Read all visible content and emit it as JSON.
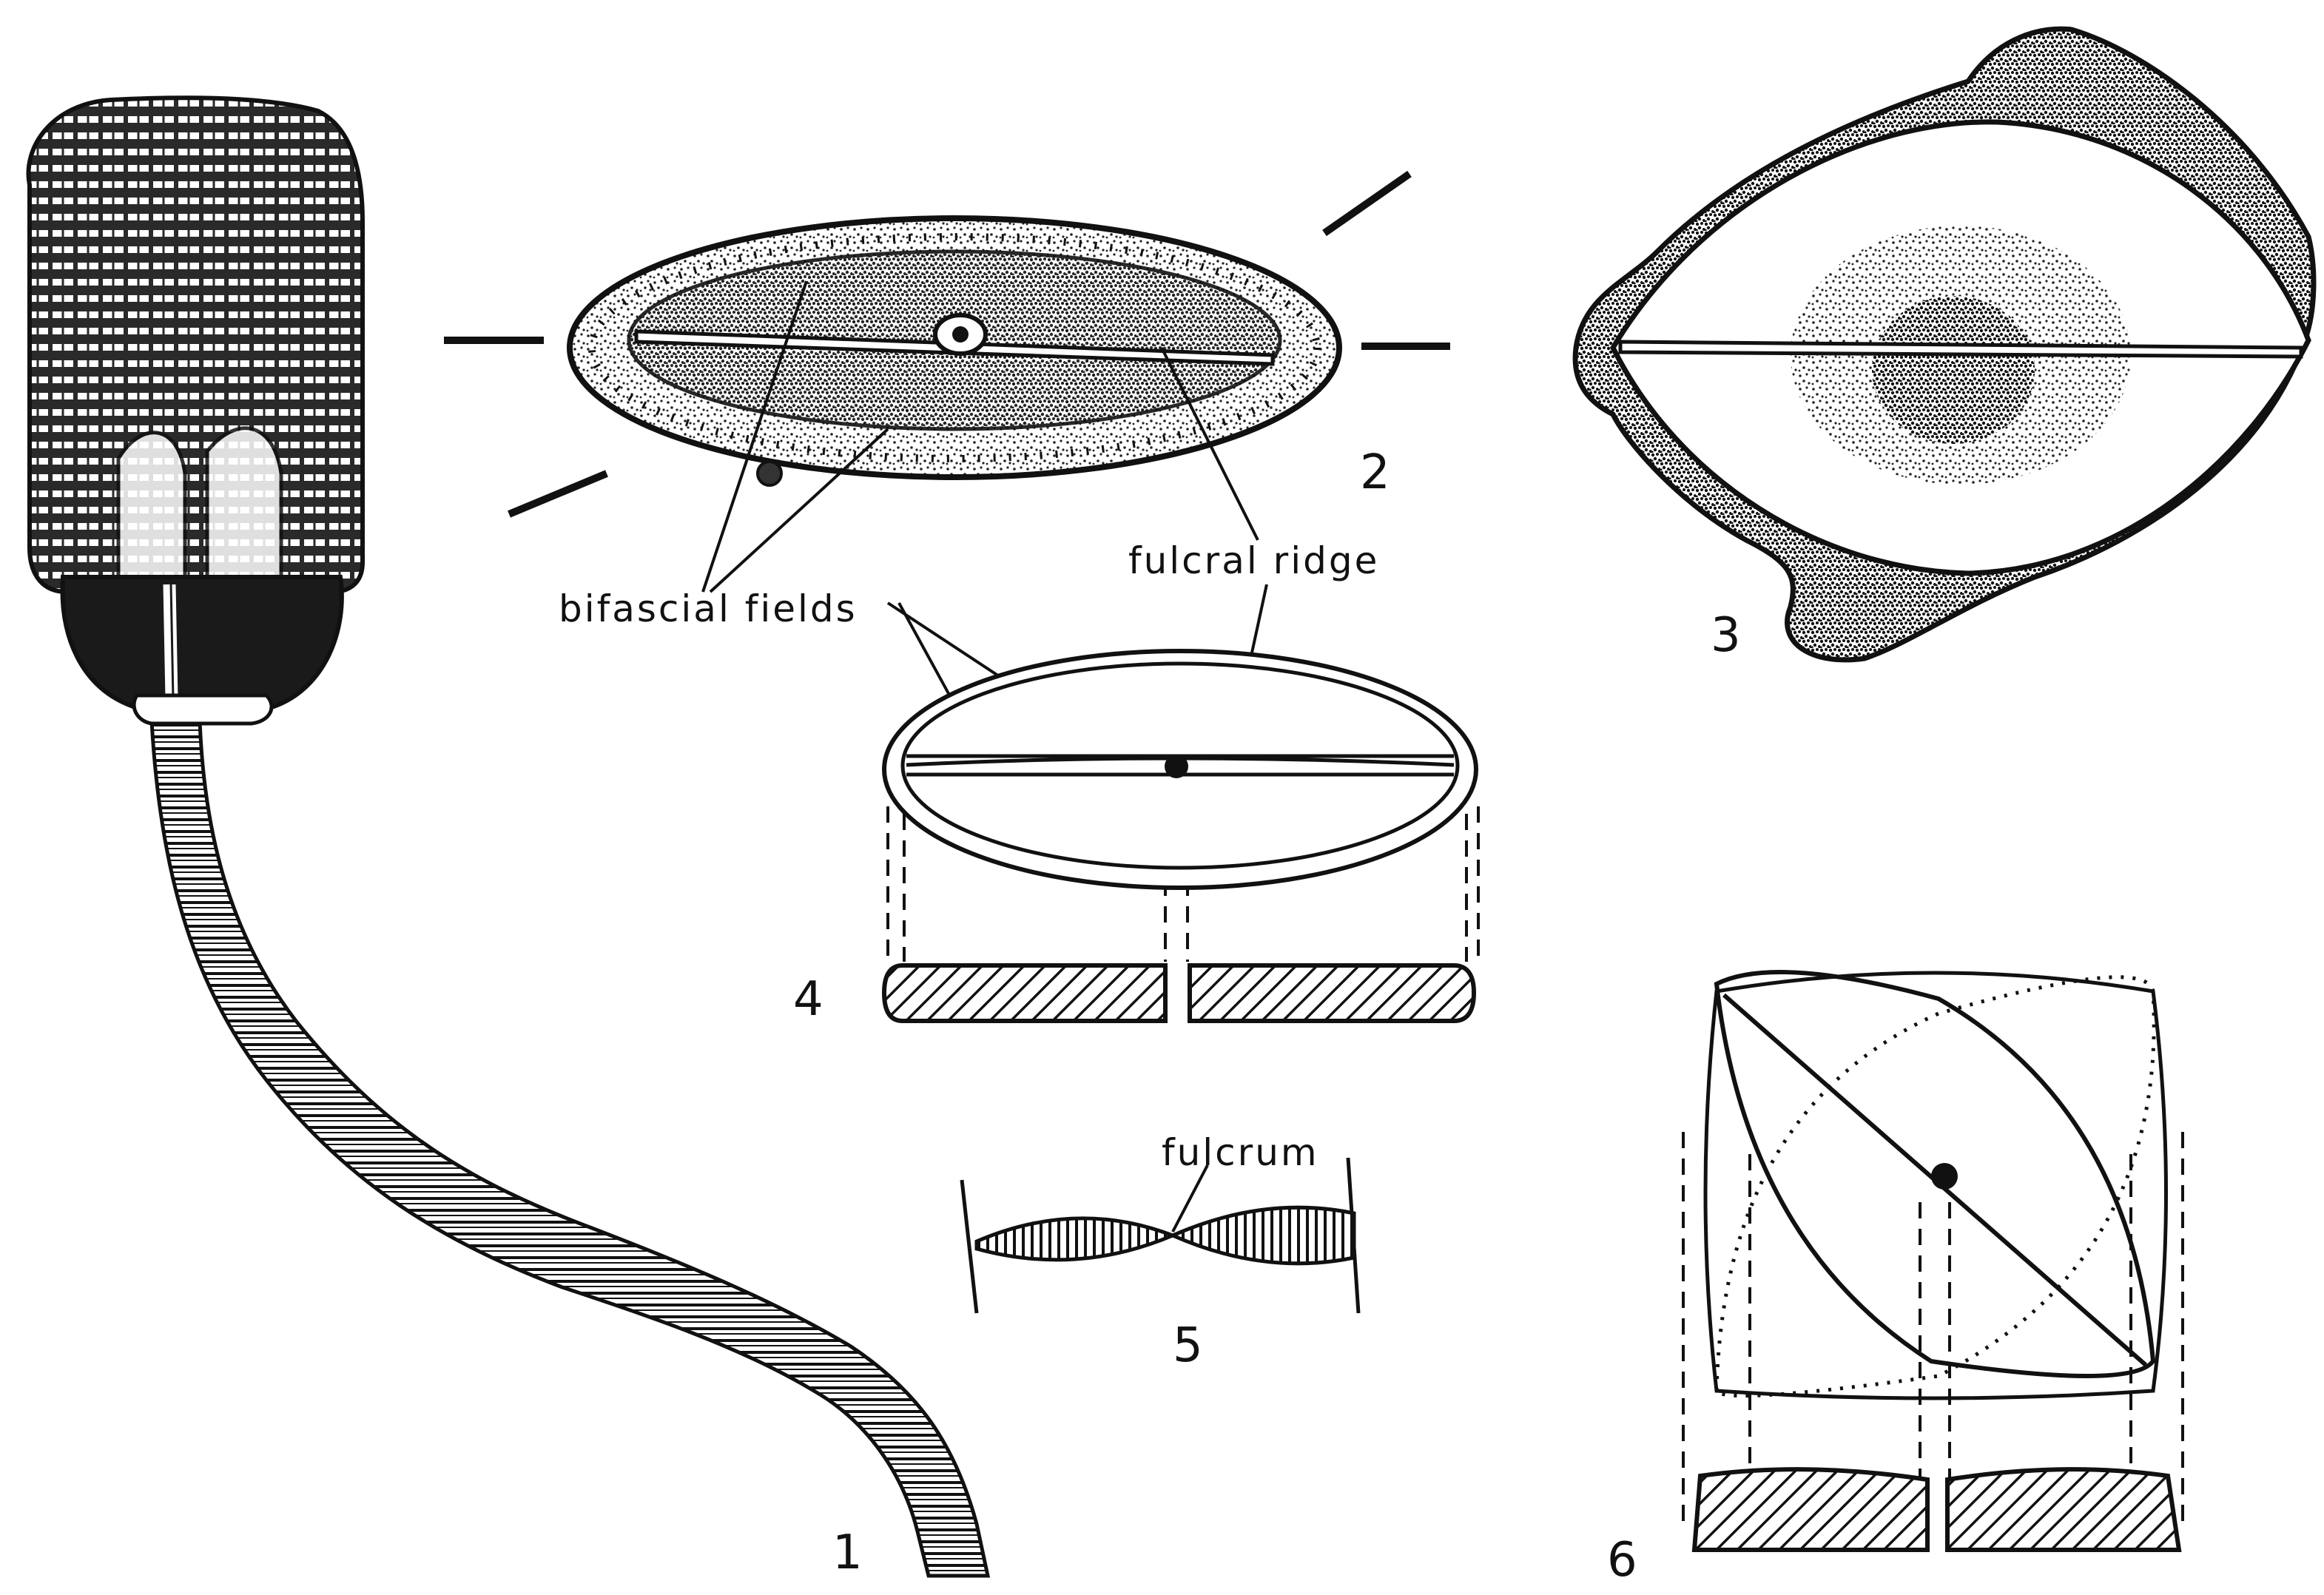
{
  "figure": {
    "panel_numbers": {
      "p1": "1",
      "p2": "2",
      "p3": "3",
      "p4": "4",
      "p5": "5",
      "p6": "6"
    },
    "labels": {
      "bifascial_fields": "bifascial fields",
      "fulcral_ridge": "fulcral ridge",
      "fulcrum": "fulcrum"
    }
  },
  "colors": {
    "ink": "#111111",
    "paper": "#ffffff",
    "calyx_dark": "#1a1a1a"
  }
}
